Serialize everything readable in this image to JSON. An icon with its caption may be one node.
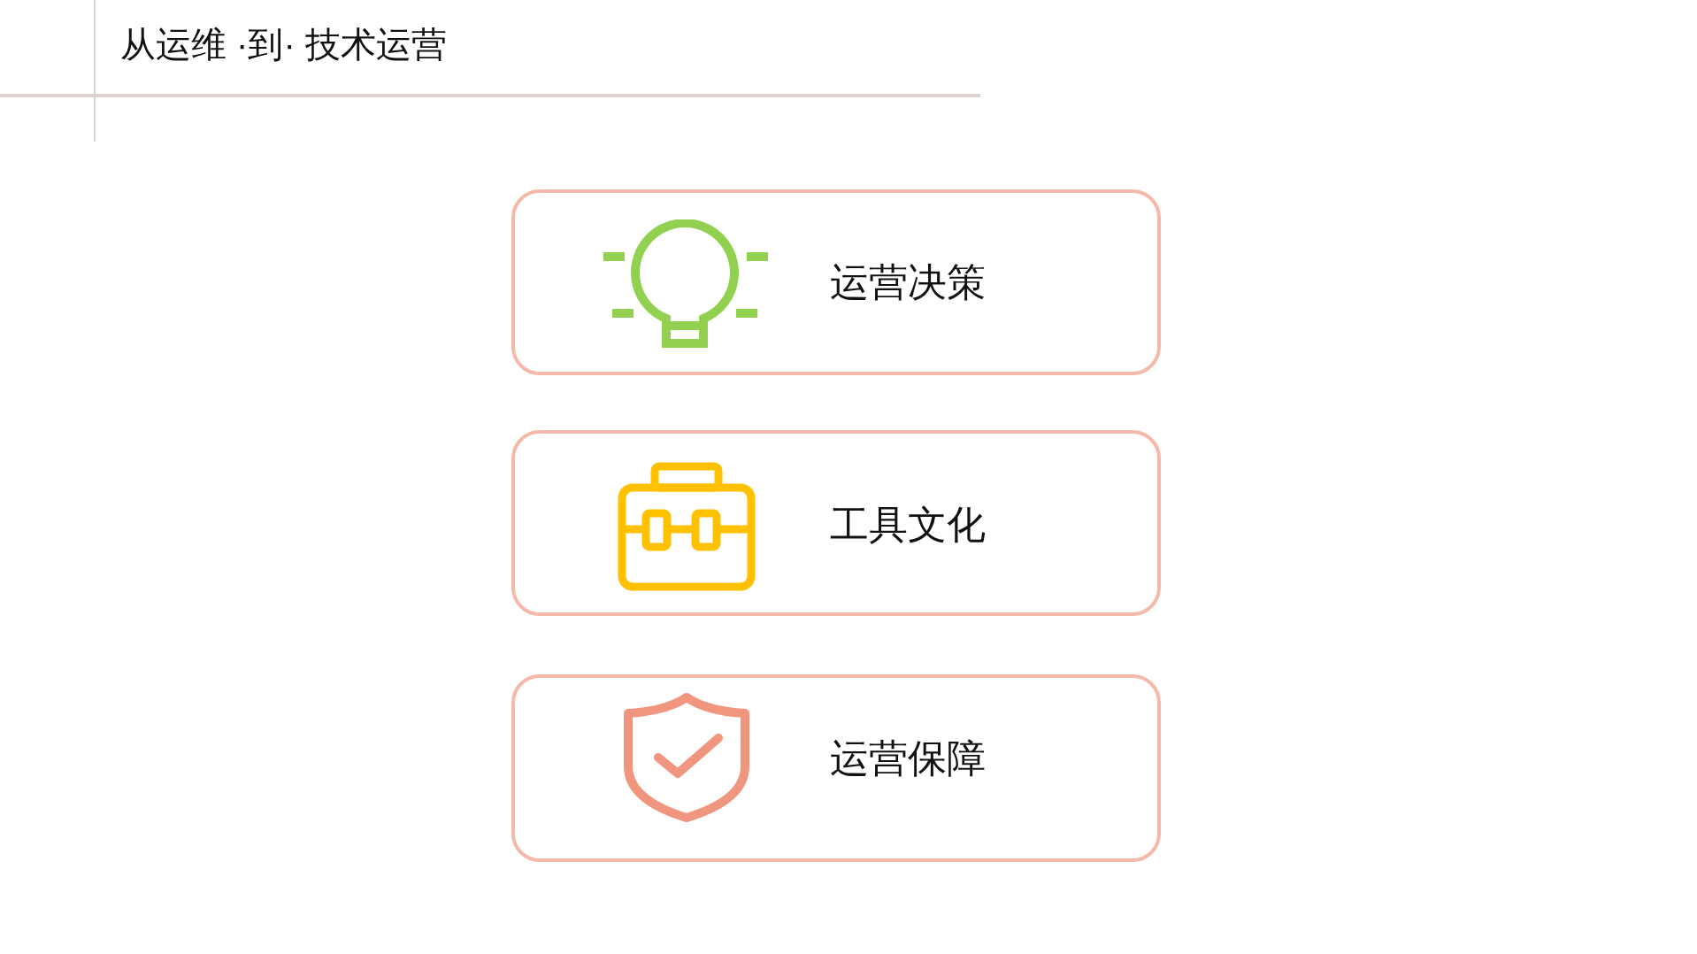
{
  "diagram": {
    "title": "从运维 ·到· 技术运营",
    "nodes": [
      {
        "text": [
          "运营决策"
        ]
      },
      {
        "text": [
          "工具文化"
        ]
      },
      {
        "text": [
          "运营保障"
        ]
      }
    ]
  }
}
